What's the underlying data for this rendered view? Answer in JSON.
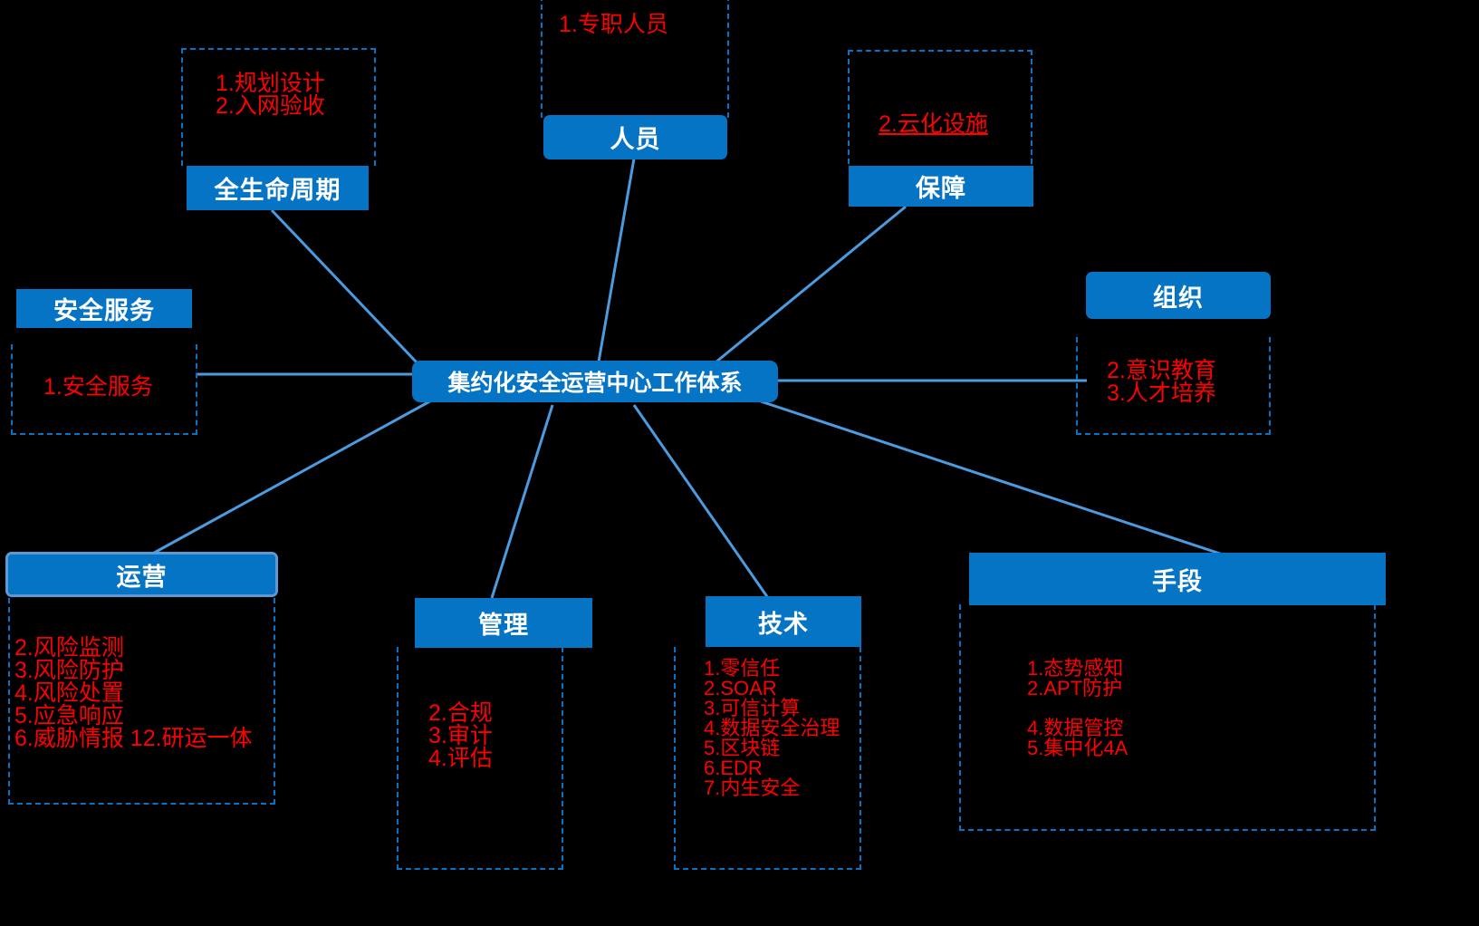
{
  "diagram": {
    "title": "集约化安全运营中心工作体系",
    "type": "mind-map",
    "colors": {
      "background": "#000000",
      "node_blue": "#0674C4",
      "connector_blue": "#4A9BE0",
      "selection_blue": "#5B9BD5",
      "item_red": "#FF0000",
      "header_text": "#FFFFFF"
    },
    "center": {
      "label": "集约化安全运营中心工作体系"
    },
    "branches": [
      {
        "id": "personnel",
        "label": "人员",
        "items": [
          "1.专职人员"
        ]
      },
      {
        "id": "lifecycle",
        "label": "全生命周期",
        "items": [
          "1.规划设计",
          "2.入网验收"
        ]
      },
      {
        "id": "assurance",
        "label": "保障",
        "items": [
          "2.云化设施"
        ]
      },
      {
        "id": "organization",
        "label": "组织",
        "items": [
          "2.意识教育",
          "3.人才培养"
        ]
      },
      {
        "id": "security-service",
        "label": "安全服务",
        "items": [
          "1.安全服务"
        ]
      },
      {
        "id": "operations",
        "label": "运营",
        "items": [
          "2.风险监测",
          "3.风险防护",
          "4.风险处置",
          "5.应急响应",
          "6.威胁情报    12.研运一体"
        ]
      },
      {
        "id": "management",
        "label": "管理",
        "items": [
          "2.合规",
          "3.审计",
          "4.评估"
        ]
      },
      {
        "id": "technology",
        "label": "技术",
        "items": [
          "1.零信任",
          "2.SOAR",
          "3.可信计算",
          "4.数据安全治理",
          "5.区块链",
          "6.EDR",
          "7.内生安全"
        ]
      },
      {
        "id": "means",
        "label": "手段",
        "items": [
          "1.态势感知",
          "2.APT防护",
          "",
          "4.数据管控",
          "5.集中化4A"
        ]
      }
    ]
  }
}
